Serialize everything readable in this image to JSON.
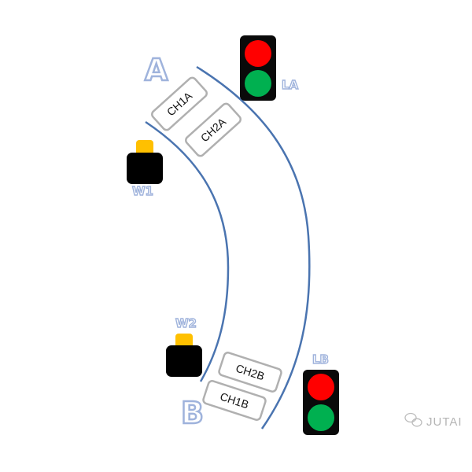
{
  "diagram": {
    "ends": {
      "a_label": "A",
      "b_label": "B"
    },
    "lights": [
      {
        "id": "LA",
        "label": "LA",
        "top_color": "#ff0000",
        "bottom_color": "#00b050"
      },
      {
        "id": "LB",
        "label": "LB",
        "top_color": "#ff0000",
        "bottom_color": "#00b050"
      }
    ],
    "workers": [
      {
        "id": "W1",
        "label": "W1"
      },
      {
        "id": "W2",
        "label": "W2"
      }
    ],
    "channels": [
      {
        "id": "CH1A",
        "label": "CH1A"
      },
      {
        "id": "CH2A",
        "label": "CH2A"
      },
      {
        "id": "CH2B",
        "label": "CH2B"
      },
      {
        "id": "CH1B",
        "label": "CH1B"
      }
    ],
    "colors": {
      "road_edge": "#4a74b0",
      "label_outline": "#9fb3dc",
      "light_housing": "#0a0a0a",
      "worker_body": "#000000",
      "worker_head": "#ffc000",
      "channel_border": "#b0b0b0"
    }
  },
  "watermark": {
    "icon": "wechat-icon",
    "text": "JUTAI"
  }
}
